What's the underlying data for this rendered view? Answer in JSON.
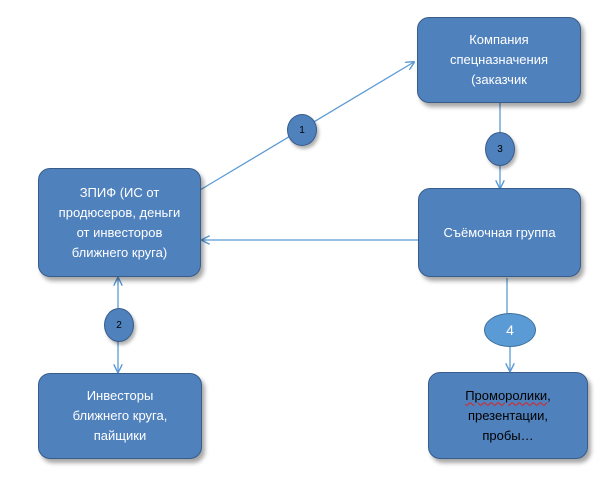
{
  "nodes": {
    "company": "Компания\nспецназначения\n(заказчик",
    "zpif": "ЗПИФ (ИС от\nпродюсеров, деньги\nот инвесторов\nближнего круга)",
    "crew": "Съёмочная группа",
    "investors": "Инвесторы\nближнего круга,\nпайщики",
    "promo_first_word": "Проморолики",
    "promo_rest": ",\nпрезентации,\nпробы…"
  },
  "badges": {
    "b1": "1",
    "b2": "2",
    "b3": "3",
    "b4": "4"
  },
  "colors": {
    "node_fill": "#4f81bd",
    "node_border": "#385d8a",
    "connector": "#5b9bd5",
    "badge4_fill": "#5b9bd5"
  }
}
